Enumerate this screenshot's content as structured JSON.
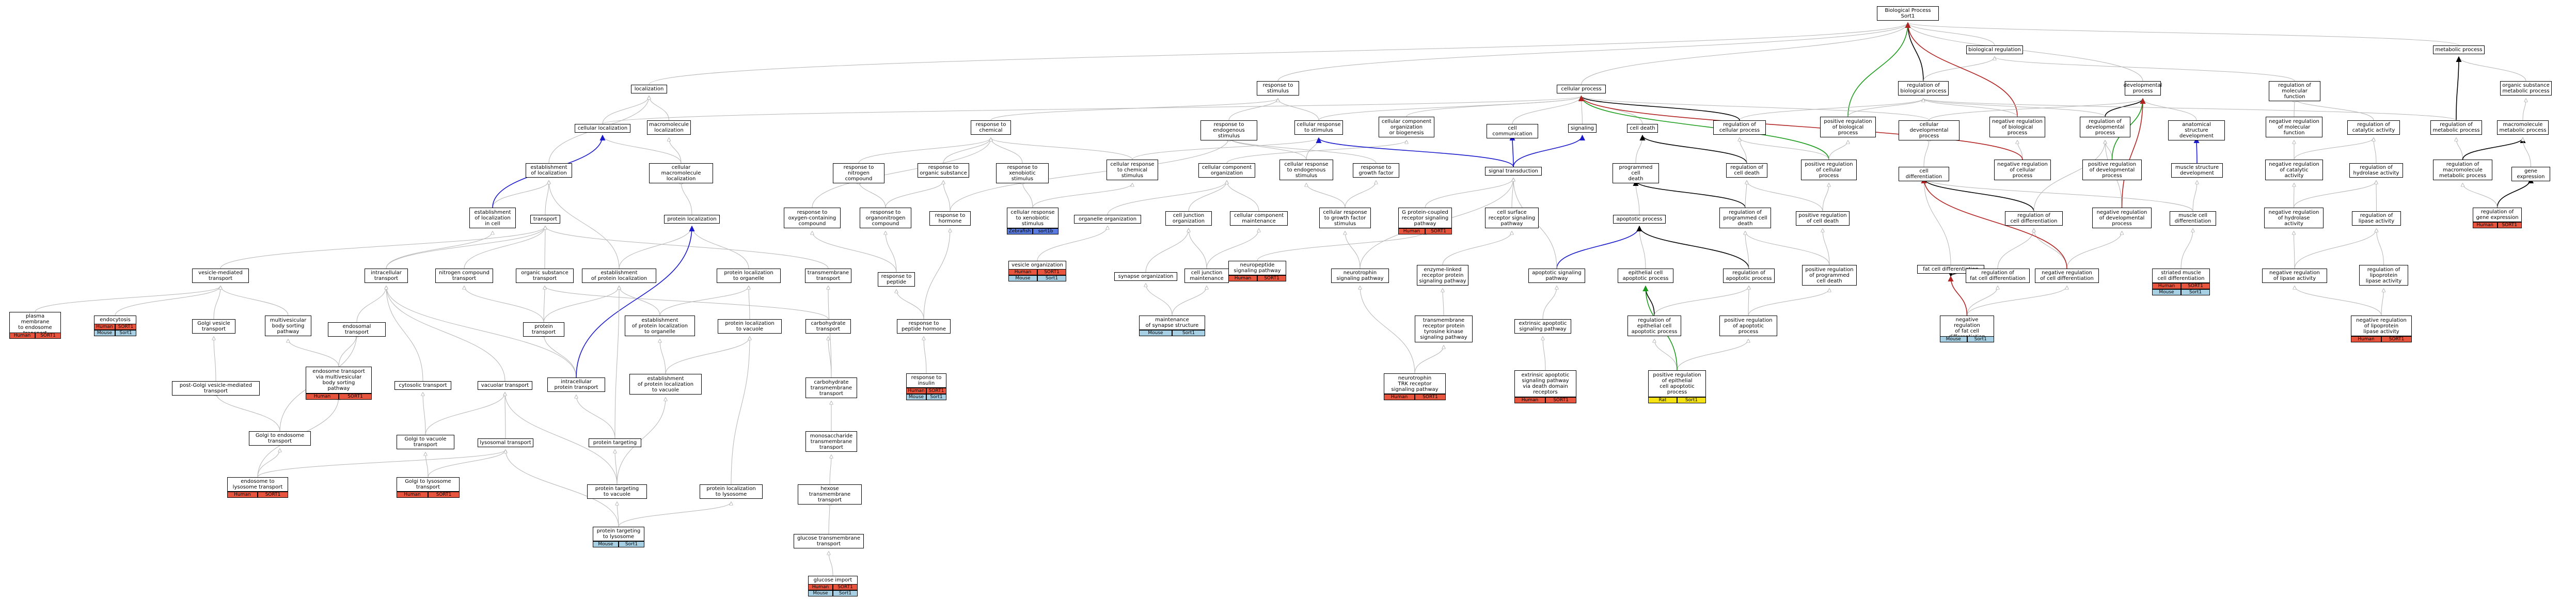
{
  "nodes": {
    "biological_process": "Biological Process\nSort1",
    "biological_regulation": "biological regulation",
    "metabolic_process": "metabolic process",
    "localization": "localization",
    "response_to_stimulus": "response to\nstimulus",
    "cellular_process": "cellular process",
    "regulation_of_biological_process": "regulation of\nbiological process",
    "developmental_process": "developmental\nprocess",
    "regulation_of_molecular_function": "regulation of\nmolecular function",
    "organic_substance_metabolic_process": "organic substance\nmetabolic process",
    "cellular_localization": "cellular localization",
    "macromolecule_localization": "macromolecule\nlocalization",
    "response_to_chemical": "response to\nchemical",
    "response_to_endogenous_stimulus": "response to\nendogenous stimulus",
    "cellular_response_to_stimulus": "cellular response\nto stimulus",
    "cellular_component_organization_or_biogenesis": "cellular component\norganization\nor biogenesis",
    "cell_communication": "cell communication",
    "signaling": "signaling",
    "cell_death": "cell death",
    "regulation_of_cellular_process": "regulation of\ncellular process",
    "positive_regulation_of_biological_process": "positive regulation\nof biological\nprocess",
    "cellular_developmental_process": "cellular developmental\nprocess",
    "negative_regulation_of_biological_process": "negative regulation\nof biological\nprocess",
    "regulation_of_developmental_process": "regulation of\ndevelopmental\nprocess",
    "anatomical_structure_development": "anatomical structure\ndevelopment",
    "negative_regulation_of_molecular_function": "negative regulation\nof molecular\nfunction",
    "regulation_of_catalytic_activity": "regulation of\ncatalytic activity",
    "regulation_of_metabolic_process": "regulation of\nmetabolic process",
    "macromolecule_metabolic_process": "macromolecule\nmetabolic process",
    "establishment_of_localization": "establishment\nof localization",
    "cellular_macromolecule_localization": "cellular macromolecule\nlocalization",
    "response_to_nitrogen_compound": "response to\nnitrogen compound",
    "response_to_organic_substance": "response to\norganic substance",
    "response_to_xenobiotic_stimulus": "response to\nxenobiotic stimulus",
    "cellular_response_to_chemical_stimulus": "cellular response\nto chemical\nstimulus",
    "cellular_component_organization": "cellular component\norganization",
    "cellular_response_to_endogenous_stimulus": "cellular response\nto endogenous\nstimulus",
    "response_to_growth_factor": "response to\ngrowth factor",
    "signal_transduction": "signal transduction",
    "programmed_cell_death": "programmed cell\ndeath",
    "regulation_of_cell_death": "regulation of\ncell death",
    "positive_regulation_of_cellular_process": "positive regulation\nof cellular\nprocess",
    "cell_differentiation": "cell differentiation",
    "negative_regulation_of_cellular_process": "negative regulation\nof cellular\nprocess",
    "positive_regulation_of_developmental_process": "positive regulation\nof developmental\nprocess",
    "muscle_structure_development": "muscle structure\ndevelopment",
    "negative_regulation_of_catalytic_activity": "negative regulation\nof catalytic\nactivity",
    "regulation_of_hydrolase_activity": "regulation of\nhydrolase activity",
    "regulation_of_macromolecule_metabolic_process": "regulation of\nmacromolecule\nmetabolic process",
    "gene_expression": "gene expression",
    "establishment_of_localization_in_cell": "establishment\nof localization\nin cell",
    "transport": "transport",
    "protein_localization": "protein localization",
    "response_to_oxygen_containing_compound": "response to\noxygen-containing\ncompound",
    "response_to_organonitrogen_compound": "response to\norganonitrogen\ncompound",
    "response_to_hormone": "response to\nhormone",
    "cellular_response_to_xenobiotic_stimulus": "cellular response\nto xenobiotic\nstimulus",
    "organelle_organization": "organelle organization",
    "cell_junction_organization": "cell junction\norganization",
    "cellular_component_maintenance": "cellular component\nmaintenance",
    "cellular_response_to_growth_factor_stimulus": "cellular response\nto growth factor\nstimulus",
    "g_protein_coupled_receptor_signaling_pathway": "G protein-coupled\nreceptor signaling\npathway",
    "cell_surface_receptor_signaling_pathway": "cell surface\nreceptor signaling\npathway",
    "apoptotic_process": "apoptotic process",
    "regulation_of_programmed_cell_death": "regulation of\nprogrammed cell\ndeath",
    "positive_regulation_of_cell_death": "positive regulation\nof cell death",
    "regulation_of_cell_differentiation": "regulation of\ncell differentiation",
    "negative_regulation_of_developmental_process": "negative regulation\nof developmental\nprocess",
    "muscle_cell_differentiation": "muscle cell\ndifferentiation",
    "negative_regulation_of_hydrolase_activity": "negative regulation\nof hydrolase\nactivity",
    "regulation_of_lipase_activity": "regulation of\nlipase activity",
    "regulation_of_gene_expression": "regulation of\ngene expression",
    "vesicle_mediated_transport": "vesicle-mediated\ntransport",
    "intracellular_transport": "intracellular\ntransport",
    "nitrogen_compound_transport": "nitrogen compound\ntransport",
    "organic_substance_transport": "organic substance\ntransport",
    "establishment_of_protein_localization": "establishment\nof protein localization",
    "protein_localization_to_organelle": "protein localization\nto organelle",
    "transmembrane_transport": "transmembrane\ntransport",
    "response_to_peptide": "response to\npeptide",
    "vesicle_organization": "vesicle organization",
    "synapse_organization": "synapse organization",
    "cell_junction_maintenance": "cell junction\nmaintenance",
    "neuropeptide_signaling_pathway": "neuropeptide\nsignaling pathway",
    "neurotrophin_signaling_pathway": "neurotrophin\nsignaling pathway",
    "enzyme_linked_receptor_protein_signaling_pathway": "enzyme-linked\nreceptor protein\nsignaling pathway",
    "apoptotic_signaling_pathway": "apoptotic signaling\npathway",
    "epithelial_cell_apoptotic_process": "epithelial cell\napoptotic process",
    "regulation_of_apoptotic_process": "regulation of\napoptotic process",
    "positive_regulation_of_programmed_cell_death": "positive regulation\nof programmed\ncell death",
    "fat_cell_differentiation": "fat cell differentiation",
    "regulation_of_fat_cell_differentiation": "regulation of\nfat cell differentiation",
    "negative_regulation_of_cell_differentiation": "negative regulation\nof cell differentiation",
    "striated_muscle_cell_differentiation": "striated muscle\ncell differentiation",
    "negative_regulation_of_lipase_activity": "negative regulation\nof lipase activity",
    "regulation_of_lipoprotein_lipase_activity": "regulation of\nlipoprotein\nlipase activity",
    "plasma_membrane_to_endosome_transport": "plasma membrane\nto endosome\ntransport",
    "endocytosis": "endocytosis",
    "golgi_vesicle_transport": "Golgi vesicle\ntransport",
    "multivesicular_body_sorting_pathway": "multivesicular\nbody sorting\npathway",
    "endosomal_transport": "endosomal transport",
    "protein_transport": "protein transport",
    "establishment_of_protein_localization_to_organelle": "establishment\nof protein localization\nto organelle",
    "protein_localization_to_vacuole": "protein localization\nto vacuole",
    "carbohydrate_transport": "carbohydrate\ntransport",
    "response_to_peptide_hormone": "response to\npeptide hormone",
    "maintenance_of_synapse_structure": "maintenance\nof synapse structure",
    "transmembrane_receptor_protein_tyrosine_kinase_signaling_pathway": "transmembrane\nreceptor protein\ntyrosine kinase\nsignaling pathway",
    "extrinsic_apoptotic_signaling_pathway": "extrinsic apoptotic\nsignaling pathway",
    "regulation_of_epithelial_cell_apoptotic_process": "regulation of\nepithelial cell\napoptotic process",
    "positive_regulation_of_apoptotic_process": "positive regulation\nof apoptotic\nprocess",
    "negative_regulation_of_fat_cell_differentiation": "negative regulation\nof fat cell\ndifferentiation",
    "negative_regulation_of_lipoprotein_lipase_activity": "negative regulation\nof lipoprotein\nlipase activity",
    "post_golgi_vesicle_mediated_transport": "post-Golgi vesicle-mediated\ntransport",
    "endosome_transport_via_multivesicular_body_sorting_pathway": "endosome transport\nvia multivesicular\nbody sorting\npathway",
    "cytosolic_transport": "cytosolic transport",
    "vacuolar_transport": "vacuolar transport",
    "intracellular_protein_transport": "intracellular\nprotein transport",
    "establishment_of_protein_localization_to_vacuole": "establishment\nof protein localization\nto vacuole",
    "carbohydrate_transmembrane_transport": "carbohydrate\ntransmembrane\ntransport",
    "response_to_insulin": "response to\ninsulin",
    "neurotrophin_trk_receptor_signaling_pathway": "neurotrophin\nTRK receptor\nsignaling pathway",
    "extrinsic_apoptotic_signaling_pathway_via_death_domain_receptors": "extrinsic apoptotic\nsignaling pathway\nvia death domain\nreceptors",
    "positive_regulation_of_epithelial_cell_apoptotic_process": "positive regulation\nof epithelial\ncell apoptotic\nprocess",
    "golgi_to_endosome_transport": "Golgi to endosome\ntransport",
    "golgi_to_vacuole_transport": "Golgi to vacuole\ntransport",
    "lysosomal_transport": "lysosomal transport",
    "protein_targeting": "protein targeting",
    "monosaccharide_transmembrane_transport": "monosaccharide\ntransmembrane\ntransport",
    "endosome_to_lysosome_transport": "endosome to\nlysosome transport",
    "golgi_to_lysosome_transport": "Golgi to lysosome\ntransport",
    "protein_targeting_to_vacuole": "protein targeting\nto vacuole",
    "protein_localization_to_lysosome": "protein localization\nto lysosome",
    "hexose_transmembrane_transport": "hexose transmembrane\ntransport",
    "protein_targeting_to_lysosome": "protein targeting\nto lysosome",
    "glucose_transmembrane_transport": "glucose transmembrane\ntransport",
    "glucose_import": "glucose import"
  },
  "species": {
    "human": "Human",
    "mouse": "Mouse",
    "rat": "Rat",
    "zebrafish": "Zebrafish",
    "gene_upper": "SORT1",
    "gene_lower": "Sort1",
    "gene_zebra": "sort1b"
  },
  "colors": {
    "human": "#e8553e",
    "mouse": "#a7cfe4",
    "rat": "#f5e313",
    "zebrafish": "#5a7ce0",
    "edge_is_a": "#b4b4b4",
    "edge_regulates": "#000000",
    "edge_positive": "#1a9c1a",
    "edge_negative": "#b22222",
    "edge_part_of": "#1a1acc"
  }
}
